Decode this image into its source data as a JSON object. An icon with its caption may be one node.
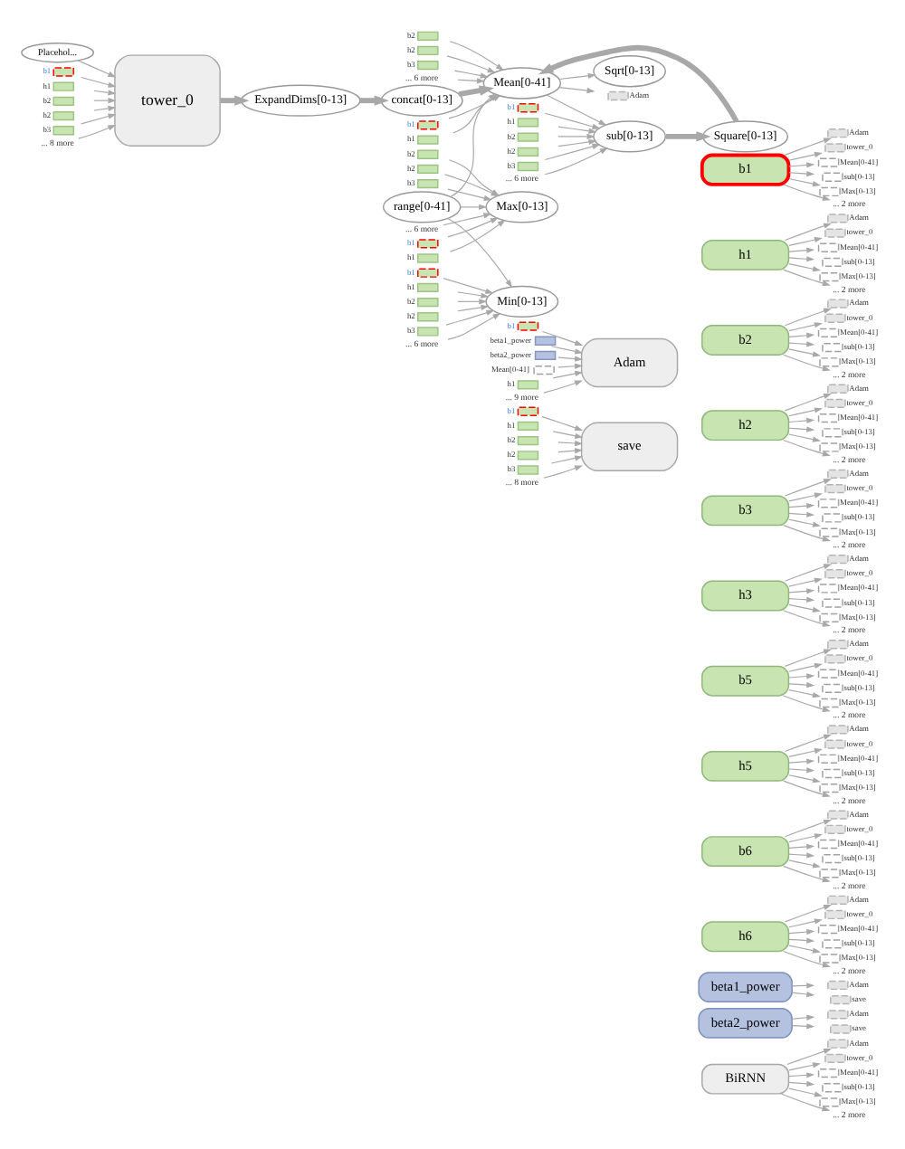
{
  "diagram": {
    "nodes": [
      {
        "text": [
          "Square[0-13]"
        ]
      },
      {
        "text": [
          "sub[0-13]"
        ]
      },
      {
        "text": [
          "Sqrt[0-13]"
        ]
      },
      {
        "text": [
          "Mean[0-41]"
        ]
      },
      {
        "text": [
          "Max[0-13]"
        ]
      },
      {
        "text": [
          "Min[0-13]"
        ]
      },
      {
        "text": [
          "concat[0-13]"
        ]
      },
      {
        "text": [
          "range[0-41]"
        ]
      },
      {
        "text": [
          "ExpandDims[0-13]"
        ]
      },
      {
        "text": [
          "tower_0"
        ]
      },
      {
        "text": [
          "Placehol..."
        ]
      },
      {
        "text": [
          "Adam"
        ]
      },
      {
        "text": [
          "b1"
        ]
      },
      {
        "text": [
          "h1"
        ]
      },
      {
        "text": [
          "b2"
        ]
      },
      {
        "text": [
          "h2"
        ]
      },
      {
        "text": [
          "b3"
        ]
      },
      {
        "text": [
          "... 6 more"
        ]
      },
      {
        "text": [
          "b1"
        ]
      },
      {
        "text": [
          "h1"
        ]
      },
      {
        "text": [
          "b2"
        ]
      },
      {
        "text": [
          "h2"
        ]
      },
      {
        "text": [
          "b3"
        ]
      },
      {
        "text": [
          "... 6 more"
        ]
      },
      {
        "text": [
          "b1"
        ]
      },
      {
        "text": [
          "h1"
        ]
      },
      {
        "text": [
          "b2"
        ]
      },
      {
        "text": [
          "h2"
        ]
      },
      {
        "text": [
          "b3"
        ]
      },
      {
        "text": [
          "... 6 more"
        ]
      },
      {
        "text": [
          "b1"
        ]
      },
      {
        "text": [
          "h1"
        ]
      },
      {
        "text": [
          "b2"
        ]
      },
      {
        "text": [
          "h2"
        ]
      },
      {
        "text": [
          "b3"
        ]
      },
      {
        "text": [
          "... 6 more"
        ]
      },
      {
        "text": [
          "b1"
        ]
      },
      {
        "text": [
          "h1"
        ]
      },
      {
        "text": [
          "b2"
        ]
      },
      {
        "text": [
          "h2"
        ]
      },
      {
        "text": [
          "b3"
        ]
      },
      {
        "text": [
          "... 8 more"
        ]
      },
      {
        "text": [
          "b1"
        ]
      },
      {
        "text": [
          "Adam"
        ]
      },
      {
        "text": [
          "tower_0"
        ]
      },
      {
        "text": [
          "Mean[0-41]"
        ]
      },
      {
        "text": [
          "sub[0-13]"
        ]
      },
      {
        "text": [
          "Max[0-13]"
        ]
      },
      {
        "text": [
          "... 2 more"
        ]
      },
      {
        "text": [
          "h1"
        ]
      },
      {
        "text": [
          "Adam"
        ]
      },
      {
        "text": [
          "tower_0"
        ]
      },
      {
        "text": [
          "Mean[0-41]"
        ]
      },
      {
        "text": [
          "sub[0-13]"
        ]
      },
      {
        "text": [
          "Max[0-13]"
        ]
      },
      {
        "text": [
          "... 2 more"
        ]
      },
      {
        "text": [
          "b2"
        ]
      },
      {
        "text": [
          "Adam"
        ]
      },
      {
        "text": [
          "tower_0"
        ]
      },
      {
        "text": [
          "Mean[0-41]"
        ]
      },
      {
        "text": [
          "sub[0-13]"
        ]
      },
      {
        "text": [
          "Max[0-13]"
        ]
      },
      {
        "text": [
          "... 2 more"
        ]
      },
      {
        "text": [
          "h2"
        ]
      },
      {
        "text": [
          "Adam"
        ]
      },
      {
        "text": [
          "tower_0"
        ]
      },
      {
        "text": [
          "Mean[0-41]"
        ]
      },
      {
        "text": [
          "sub[0-13]"
        ]
      },
      {
        "text": [
          "Max[0-13]"
        ]
      },
      {
        "text": [
          "... 2 more"
        ]
      },
      {
        "text": [
          "b3"
        ]
      },
      {
        "text": [
          "Adam"
        ]
      },
      {
        "text": [
          "tower_0"
        ]
      },
      {
        "text": [
          "Mean[0-41]"
        ]
      },
      {
        "text": [
          "sub[0-13]"
        ]
      },
      {
        "text": [
          "Max[0-13]"
        ]
      },
      {
        "text": [
          "... 2 more"
        ]
      },
      {
        "text": [
          "h3"
        ]
      },
      {
        "text": [
          "Adam"
        ]
      },
      {
        "text": [
          "tower_0"
        ]
      },
      {
        "text": [
          "Mean[0-41]"
        ]
      },
      {
        "text": [
          "sub[0-13]"
        ]
      },
      {
        "text": [
          "Max[0-13]"
        ]
      },
      {
        "text": [
          "... 2 more"
        ]
      },
      {
        "text": [
          "b5"
        ]
      },
      {
        "text": [
          "Adam"
        ]
      },
      {
        "text": [
          "tower_0"
        ]
      },
      {
        "text": [
          "Mean[0-41]"
        ]
      },
      {
        "text": [
          "sub[0-13]"
        ]
      },
      {
        "text": [
          "Max[0-13]"
        ]
      },
      {
        "text": [
          "... 2 more"
        ]
      },
      {
        "text": [
          "h5"
        ]
      },
      {
        "text": [
          "Adam"
        ]
      },
      {
        "text": [
          "tower_0"
        ]
      },
      {
        "text": [
          "Mean[0-41]"
        ]
      },
      {
        "text": [
          "sub[0-13]"
        ]
      },
      {
        "text": [
          "Max[0-13]"
        ]
      },
      {
        "text": [
          "... 2 more"
        ]
      },
      {
        "text": [
          "b6"
        ]
      },
      {
        "text": [
          "Adam"
        ]
      },
      {
        "text": [
          "tower_0"
        ]
      },
      {
        "text": [
          "Mean[0-41]"
        ]
      },
      {
        "text": [
          "sub[0-13]"
        ]
      },
      {
        "text": [
          "Max[0-13]"
        ]
      },
      {
        "text": [
          "... 2 more"
        ]
      },
      {
        "text": [
          "h6"
        ]
      },
      {
        "text": [
          "Adam"
        ]
      },
      {
        "text": [
          "tower_0"
        ]
      },
      {
        "text": [
          "Mean[0-41]"
        ]
      },
      {
        "text": [
          "sub[0-13]"
        ]
      },
      {
        "text": [
          "Max[0-13]"
        ]
      },
      {
        "text": [
          "... 2 more"
        ]
      },
      {
        "text": [
          "beta1_power"
        ]
      },
      {
        "text": [
          "Adam"
        ]
      },
      {
        "text": [
          "save"
        ]
      },
      {
        "text": [
          "beta2_power"
        ]
      },
      {
        "text": [
          "Adam"
        ]
      },
      {
        "text": [
          "save"
        ]
      },
      {
        "text": [
          "BiRNN"
        ]
      },
      {
        "text": [
          "Adam"
        ]
      },
      {
        "text": [
          "tower_0"
        ]
      },
      {
        "text": [
          "Mean[0-41]"
        ]
      },
      {
        "text": [
          "sub[0-13]"
        ]
      },
      {
        "text": [
          "Max[0-13]"
        ]
      },
      {
        "text": [
          "... 2 more"
        ]
      },
      {
        "text": [
          "b1"
        ]
      },
      {
        "text": [
          "beta1_power"
        ]
      },
      {
        "text": [
          "beta2_power"
        ]
      },
      {
        "text": [
          "Mean[0-41]"
        ]
      },
      {
        "text": [
          "h1"
        ]
      },
      {
        "text": [
          "... 9 more"
        ]
      },
      {
        "text": [
          "Adam"
        ]
      },
      {
        "text": [
          "b1"
        ]
      },
      {
        "text": [
          "h1"
        ]
      },
      {
        "text": [
          "b2"
        ]
      },
      {
        "text": [
          "h2"
        ]
      },
      {
        "text": [
          "b3"
        ]
      },
      {
        "text": [
          "... 8 more"
        ]
      },
      {
        "text": [
          "save"
        ]
      }
    ],
    "edges": [
      {
        "from": 10,
        "to": 9,
        "arrow": "to"
      },
      {
        "from": 9,
        "to": 8,
        "arrow": "to",
        "style": "thick"
      },
      {
        "from": 8,
        "to": 6,
        "arrow": "to",
        "style": "thick"
      },
      {
        "from": 6,
        "to": 3,
        "arrow": "to",
        "style": "thick"
      },
      {
        "from": 7,
        "to": 3,
        "arrow": "to"
      },
      {
        "from": 7,
        "to": 4,
        "arrow": "to"
      },
      {
        "from": 7,
        "to": 5,
        "arrow": "to"
      },
      {
        "from": 3,
        "to": 1,
        "arrow": "to"
      },
      {
        "from": 1,
        "to": 0,
        "arrow": "to",
        "style": "thick"
      },
      {
        "from": 0,
        "to": 3,
        "arrow": "to",
        "style": "thick"
      },
      {
        "from": 3,
        "to": 2,
        "arrow": "to"
      },
      {
        "from": 3,
        "to": 11,
        "arrow": "to"
      },
      {
        "from": 12,
        "to": 1,
        "arrow": "to"
      },
      {
        "from": 13,
        "to": 1,
        "arrow": "to"
      },
      {
        "from": 14,
        "to": 1,
        "arrow": "to"
      },
      {
        "from": 15,
        "to": 1,
        "arrow": "to"
      },
      {
        "from": 16,
        "to": 1,
        "arrow": "to"
      },
      {
        "from": 17,
        "to": 1,
        "arrow": "to"
      },
      {
        "from": 18,
        "to": 3,
        "arrow": "to"
      },
      {
        "from": 19,
        "to": 3,
        "arrow": "to"
      },
      {
        "from": 20,
        "to": 3,
        "arrow": "to"
      },
      {
        "from": 21,
        "to": 3,
        "arrow": "to"
      },
      {
        "from": 22,
        "to": 3,
        "arrow": "to"
      },
      {
        "from": 23,
        "to": 3,
        "arrow": "to"
      },
      {
        "from": 24,
        "to": 4,
        "arrow": "to"
      },
      {
        "from": 25,
        "to": 4,
        "arrow": "to"
      },
      {
        "from": 26,
        "to": 4,
        "arrow": "to"
      },
      {
        "from": 27,
        "to": 4,
        "arrow": "to"
      },
      {
        "from": 28,
        "to": 4,
        "arrow": "to"
      },
      {
        "from": 29,
        "to": 4,
        "arrow": "to"
      },
      {
        "from": 30,
        "to": 5,
        "arrow": "to"
      },
      {
        "from": 31,
        "to": 5,
        "arrow": "to"
      },
      {
        "from": 32,
        "to": 5,
        "arrow": "to"
      },
      {
        "from": 33,
        "to": 5,
        "arrow": "to"
      },
      {
        "from": 34,
        "to": 5,
        "arrow": "to"
      },
      {
        "from": 35,
        "to": 5,
        "arrow": "to"
      },
      {
        "from": 36,
        "to": 9,
        "arrow": "to"
      },
      {
        "from": 37,
        "to": 9,
        "arrow": "to"
      },
      {
        "from": 38,
        "to": 9,
        "arrow": "to"
      },
      {
        "from": 39,
        "to": 9,
        "arrow": "to"
      },
      {
        "from": 40,
        "to": 9,
        "arrow": "to"
      },
      {
        "from": 41,
        "to": 9,
        "arrow": "to"
      },
      {
        "from": 42,
        "to": 43,
        "arrow": "to"
      },
      {
        "from": 42,
        "to": 44,
        "arrow": "to"
      },
      {
        "from": 42,
        "to": 45,
        "arrow": "to"
      },
      {
        "from": 42,
        "to": 46,
        "arrow": "to"
      },
      {
        "from": 42,
        "to": 47,
        "arrow": "to"
      },
      {
        "from": 42,
        "to": 48,
        "arrow": "to"
      },
      {
        "from": 49,
        "to": 50,
        "arrow": "to"
      },
      {
        "from": 49,
        "to": 51,
        "arrow": "to"
      },
      {
        "from": 49,
        "to": 52,
        "arrow": "to"
      },
      {
        "from": 49,
        "to": 53,
        "arrow": "to"
      },
      {
        "from": 49,
        "to": 54,
        "arrow": "to"
      },
      {
        "from": 49,
        "to": 55,
        "arrow": "to"
      },
      {
        "from": 56,
        "to": 57,
        "arrow": "to"
      },
      {
        "from": 56,
        "to": 58,
        "arrow": "to"
      },
      {
        "from": 56,
        "to": 59,
        "arrow": "to"
      },
      {
        "from": 56,
        "to": 60,
        "arrow": "to"
      },
      {
        "from": 56,
        "to": 61,
        "arrow": "to"
      },
      {
        "from": 56,
        "to": 62,
        "arrow": "to"
      },
      {
        "from": 63,
        "to": 64,
        "arrow": "to"
      },
      {
        "from": 63,
        "to": 65,
        "arrow": "to"
      },
      {
        "from": 63,
        "to": 66,
        "arrow": "to"
      },
      {
        "from": 63,
        "to": 67,
        "arrow": "to"
      },
      {
        "from": 63,
        "to": 68,
        "arrow": "to"
      },
      {
        "from": 63,
        "to": 69,
        "arrow": "to"
      },
      {
        "from": 70,
        "to": 71,
        "arrow": "to"
      },
      {
        "from": 70,
        "to": 72,
        "arrow": "to"
      },
      {
        "from": 70,
        "to": 73,
        "arrow": "to"
      },
      {
        "from": 70,
        "to": 74,
        "arrow": "to"
      },
      {
        "from": 70,
        "to": 75,
        "arrow": "to"
      },
      {
        "from": 70,
        "to": 76,
        "arrow": "to"
      },
      {
        "from": 77,
        "to": 78,
        "arrow": "to"
      },
      {
        "from": 77,
        "to": 79,
        "arrow": "to"
      },
      {
        "from": 77,
        "to": 80,
        "arrow": "to"
      },
      {
        "from": 77,
        "to": 81,
        "arrow": "to"
      },
      {
        "from": 77,
        "to": 82,
        "arrow": "to"
      },
      {
        "from": 77,
        "to": 83,
        "arrow": "to"
      },
      {
        "from": 84,
        "to": 85,
        "arrow": "to"
      },
      {
        "from": 84,
        "to": 86,
        "arrow": "to"
      },
      {
        "from": 84,
        "to": 87,
        "arrow": "to"
      },
      {
        "from": 84,
        "to": 88,
        "arrow": "to"
      },
      {
        "from": 84,
        "to": 89,
        "arrow": "to"
      },
      {
        "from": 84,
        "to": 90,
        "arrow": "to"
      },
      {
        "from": 91,
        "to": 92,
        "arrow": "to"
      },
      {
        "from": 91,
        "to": 93,
        "arrow": "to"
      },
      {
        "from": 91,
        "to": 94,
        "arrow": "to"
      },
      {
        "from": 91,
        "to": 95,
        "arrow": "to"
      },
      {
        "from": 91,
        "to": 96,
        "arrow": "to"
      },
      {
        "from": 91,
        "to": 97,
        "arrow": "to"
      },
      {
        "from": 98,
        "to": 99,
        "arrow": "to"
      },
      {
        "from": 98,
        "to": 100,
        "arrow": "to"
      },
      {
        "from": 98,
        "to": 101,
        "arrow": "to"
      },
      {
        "from": 98,
        "to": 102,
        "arrow": "to"
      },
      {
        "from": 98,
        "to": 103,
        "arrow": "to"
      },
      {
        "from": 98,
        "to": 104,
        "arrow": "to"
      },
      {
        "from": 105,
        "to": 106,
        "arrow": "to"
      },
      {
        "from": 105,
        "to": 107,
        "arrow": "to"
      },
      {
        "from": 105,
        "to": 108,
        "arrow": "to"
      },
      {
        "from": 105,
        "to": 109,
        "arrow": "to"
      },
      {
        "from": 105,
        "to": 110,
        "arrow": "to"
      },
      {
        "from": 105,
        "to": 111,
        "arrow": "to"
      },
      {
        "from": 112,
        "to": 113,
        "arrow": "to"
      },
      {
        "from": 112,
        "to": 114,
        "arrow": "to"
      },
      {
        "from": 115,
        "to": 116,
        "arrow": "to"
      },
      {
        "from": 115,
        "to": 117,
        "arrow": "to"
      },
      {
        "from": 118,
        "to": 119,
        "arrow": "to"
      },
      {
        "from": 118,
        "to": 120,
        "arrow": "to"
      },
      {
        "from": 118,
        "to": 121,
        "arrow": "to"
      },
      {
        "from": 118,
        "to": 122,
        "arrow": "to"
      },
      {
        "from": 118,
        "to": 123,
        "arrow": "to"
      },
      {
        "from": 118,
        "to": 124,
        "arrow": "to"
      },
      {
        "from": 125,
        "to": 131,
        "arrow": "to"
      },
      {
        "from": 126,
        "to": 131,
        "arrow": "to"
      },
      {
        "from": 127,
        "to": 131,
        "arrow": "to"
      },
      {
        "from": 128,
        "to": 131,
        "arrow": "to"
      },
      {
        "from": 129,
        "to": 131,
        "arrow": "to"
      },
      {
        "from": 130,
        "to": 131,
        "arrow": "to"
      },
      {
        "from": 132,
        "to": 138,
        "arrow": "to"
      },
      {
        "from": 133,
        "to": 138,
        "arrow": "to"
      },
      {
        "from": 134,
        "to": 138,
        "arrow": "to"
      },
      {
        "from": 135,
        "to": 138,
        "arrow": "to"
      },
      {
        "from": 136,
        "to": 138,
        "arrow": "to"
      },
      {
        "from": 137,
        "to": 138,
        "arrow": "to"
      }
    ]
  }
}
